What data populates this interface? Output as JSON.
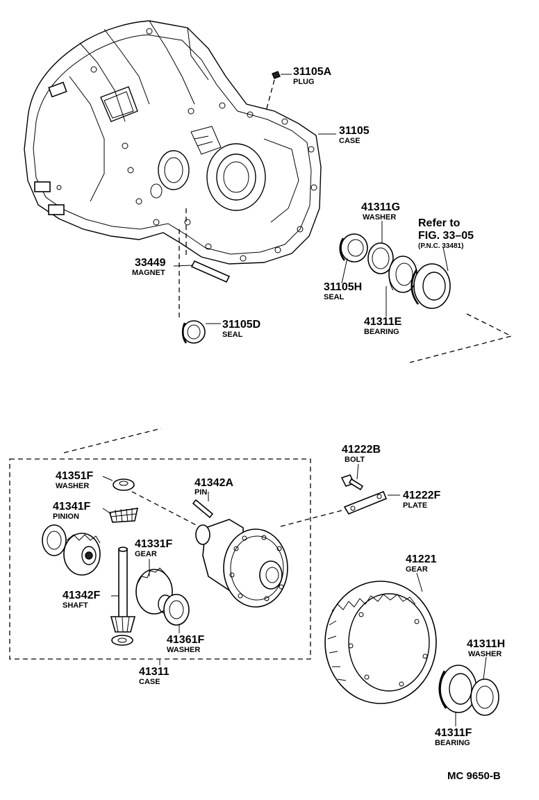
{
  "parts": [
    {
      "id": "plug",
      "number": "31105A",
      "name": "PLUG"
    },
    {
      "id": "case-top",
      "number": "31105",
      "name": "CASE"
    },
    {
      "id": "washer-g",
      "number": "41311G",
      "name": "WASHER"
    },
    {
      "id": "magnet",
      "number": "33449",
      "name": "MAGNET"
    },
    {
      "id": "seal-h",
      "number": "31105H",
      "name": "SEAL"
    },
    {
      "id": "bearing-e",
      "number": "41311E",
      "name": "BEARING"
    },
    {
      "id": "seal-d",
      "number": "31105D",
      "name": "SEAL"
    },
    {
      "id": "bolt",
      "number": "41222B",
      "name": "BOLT"
    },
    {
      "id": "plate",
      "number": "41222F",
      "name": "PLATE"
    },
    {
      "id": "washer-f",
      "number": "41351F",
      "name": "WASHER"
    },
    {
      "id": "pin",
      "number": "41342A",
      "name": "PIN"
    },
    {
      "id": "pinion",
      "number": "41341F",
      "name": "PINION"
    },
    {
      "id": "gear-f",
      "number": "41331F",
      "name": "GEAR"
    },
    {
      "id": "shaft",
      "number": "41342F",
      "name": "SHAFT"
    },
    {
      "id": "washer-361",
      "number": "41361F",
      "name": "WASHER"
    },
    {
      "id": "case-diff",
      "number": "41311",
      "name": "CASE"
    },
    {
      "id": "ring-gear",
      "number": "41221",
      "name": "GEAR"
    },
    {
      "id": "washer-h",
      "number": "41311H",
      "name": "WASHER"
    },
    {
      "id": "bearing-f",
      "number": "41311F",
      "name": "BEARING"
    }
  ],
  "reference": {
    "line1": "Refer to",
    "line2": "FIG. 33–05",
    "line3": "(P.N.C. 33481)"
  },
  "figure_code": "MC 9650-B"
}
